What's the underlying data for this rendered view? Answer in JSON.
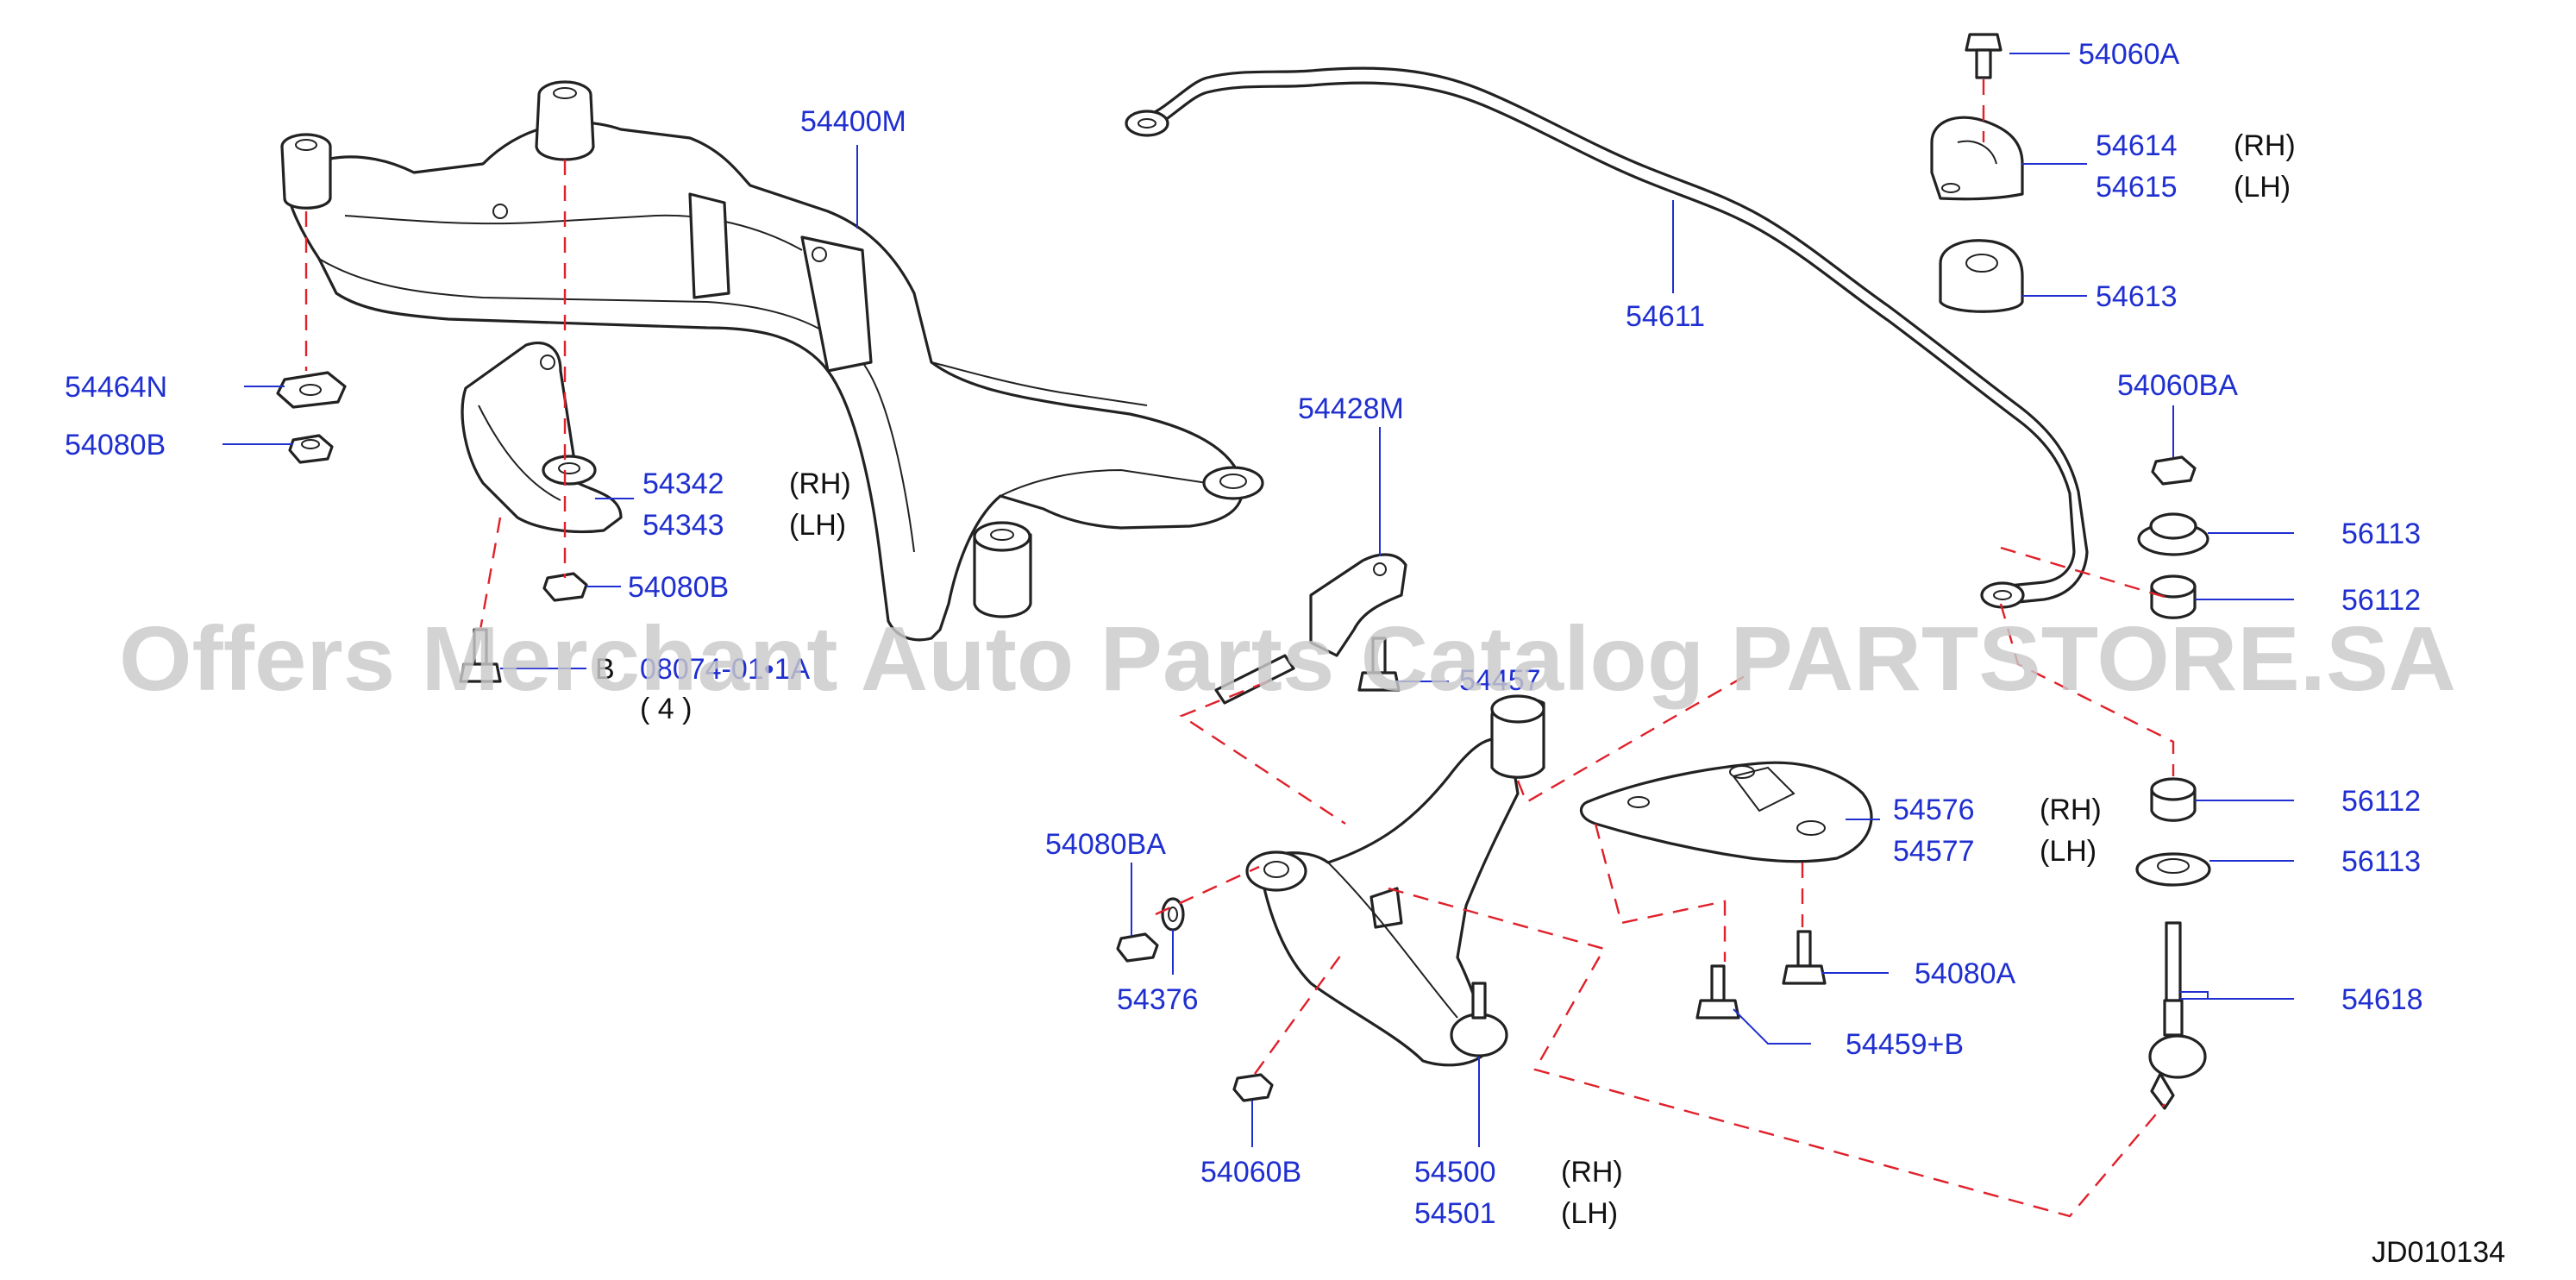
{
  "diagram_code": "JD010134",
  "watermark": "Offers Merchant Auto Parts Catalog PARTSTORE.SA",
  "colors": {
    "part_number": "#1f2fd0",
    "dashed_line": "#e0202a",
    "drawing": "#222222",
    "watermark": "#c9c9c9"
  },
  "labels": {
    "p54060A": "54060A",
    "p54614": "54614",
    "p54614_side": "(RH)",
    "p54615": "54615",
    "p54615_side": "(LH)",
    "p54613": "54613",
    "p54611": "54611",
    "p54400M": "54400M",
    "p54464N": "54464N",
    "p54080B_a": "54080B",
    "p54342": "54342",
    "p54342_side": "(RH)",
    "p54343": "54343",
    "p54343_side": "(LH)",
    "p54080B_b": "54080B",
    "pB": "B",
    "p08074": "08074-01•1A",
    "pQty": "( 4 )",
    "p54428M": "54428M",
    "p5445x": "54457",
    "p54060BA": "54060BA",
    "p56113_a": "56113",
    "p56112_a": "56112",
    "p54576": "54576",
    "p54576_side": "(RH)",
    "p54577": "54577",
    "p54577_side": "(LH)",
    "p56112_b": "56112",
    "p56113_b": "56113",
    "p54080BA": "54080BA",
    "p54376": "54376",
    "p54080A": "54080A",
    "p54459B": "54459+B",
    "p54618": "54618",
    "p54060B": "54060B",
    "p54500": "54500",
    "p54500_side": "(RH)",
    "p54501": "54501",
    "p54501_side": "(LH)"
  }
}
